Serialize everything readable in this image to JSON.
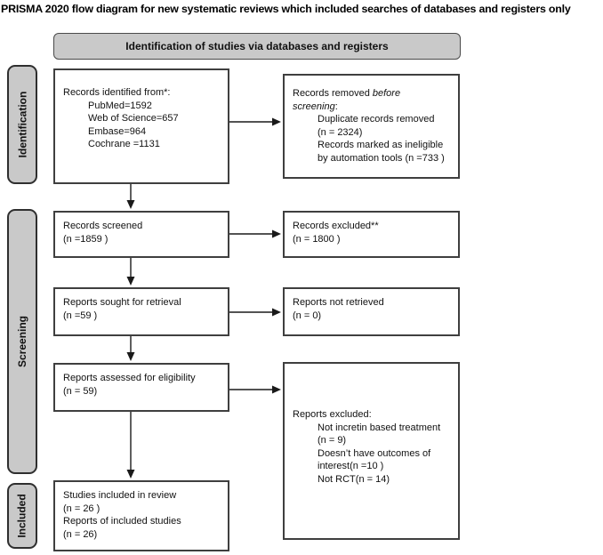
{
  "title": "PRISMA 2020 flow diagram for new systematic reviews which included searches of databases and registers only",
  "banner": {
    "label": "Identification of studies via databases and registers"
  },
  "sidebar": {
    "items": [
      {
        "label": "Identification"
      },
      {
        "label": "Screening"
      },
      {
        "label": "Included"
      }
    ]
  },
  "boxes": {
    "records_identified": {
      "lines": [
        {
          "indent": 0,
          "runs": [
            {
              "text": "Records identified from*:"
            }
          ]
        },
        {
          "indent": 1,
          "runs": [
            {
              "text": "PubMed=1592"
            }
          ]
        },
        {
          "indent": 1,
          "runs": [
            {
              "text": "Web of Science=657"
            }
          ]
        },
        {
          "indent": 1,
          "runs": [
            {
              "text": "Embase=964"
            }
          ]
        },
        {
          "indent": 1,
          "runs": [
            {
              "text": "Cochrane =1131"
            }
          ]
        }
      ]
    },
    "records_removed": {
      "lines": [
        {
          "indent": 0,
          "runs": [
            {
              "text": "Records removed "
            },
            {
              "text": "before",
              "italic": true
            }
          ]
        },
        {
          "indent": 0,
          "runs": [
            {
              "text": "screening",
              "italic": true
            },
            {
              "text": ":"
            }
          ]
        },
        {
          "indent": 1,
          "runs": [
            {
              "text": "Duplicate records removed"
            }
          ]
        },
        {
          "indent": 1,
          "runs": [
            {
              "text": "(n = 2324)"
            }
          ]
        },
        {
          "indent": 1,
          "runs": [
            {
              "text": "Records marked as ineligible"
            }
          ]
        },
        {
          "indent": 1,
          "runs": [
            {
              "text": "by automation tools (n =733 )"
            }
          ]
        }
      ]
    },
    "records_screened": {
      "lines": [
        {
          "indent": 0,
          "runs": [
            {
              "text": "Records screened"
            }
          ]
        },
        {
          "indent": 0,
          "runs": [
            {
              "text": "(n =1859 )"
            }
          ]
        }
      ]
    },
    "records_excluded": {
      "lines": [
        {
          "indent": 0,
          "runs": [
            {
              "text": "Records excluded**"
            }
          ]
        },
        {
          "indent": 0,
          "runs": [
            {
              "text": "(n = 1800 )"
            }
          ]
        }
      ]
    },
    "reports_sought": {
      "lines": [
        {
          "indent": 0,
          "runs": [
            {
              "text": "Reports sought for retrieval"
            }
          ]
        },
        {
          "indent": 0,
          "runs": [
            {
              "text": "(n =59 )"
            }
          ]
        }
      ]
    },
    "reports_not_retrieved": {
      "lines": [
        {
          "indent": 0,
          "runs": [
            {
              "text": "Reports not retrieved"
            }
          ]
        },
        {
          "indent": 0,
          "runs": [
            {
              "text": "(n = 0)"
            }
          ]
        }
      ]
    },
    "reports_assessed": {
      "lines": [
        {
          "indent": 0,
          "runs": [
            {
              "text": "Reports assessed for eligibility"
            }
          ]
        },
        {
          "indent": 0,
          "runs": [
            {
              "text": "(n = 59)"
            }
          ]
        }
      ]
    },
    "reports_excluded": {
      "lines": [
        {
          "indent": 0,
          "runs": [
            {
              "text": "Reports excluded:"
            }
          ]
        },
        {
          "indent": 1,
          "runs": [
            {
              "text": "Not incretin based treatment"
            }
          ]
        },
        {
          "indent": 1,
          "runs": [
            {
              "text": "(n = 9)"
            }
          ]
        },
        {
          "indent": 1,
          "runs": [
            {
              "text": "Doesn’t have outcomes of"
            }
          ]
        },
        {
          "indent": 1,
          "runs": [
            {
              "text": "interest(n =10 )"
            }
          ]
        },
        {
          "indent": 1,
          "runs": [
            {
              "text": "Not RCT(n = 14)"
            }
          ]
        }
      ]
    },
    "studies_included": {
      "lines": [
        {
          "indent": 0,
          "runs": [
            {
              "text": "Studies included in review"
            }
          ]
        },
        {
          "indent": 0,
          "runs": [
            {
              "text": "(n = 26 )"
            }
          ]
        },
        {
          "indent": 0,
          "runs": [
            {
              "text": "Reports of included studies"
            }
          ]
        },
        {
          "indent": 0,
          "runs": [
            {
              "text": "(n = 26)"
            }
          ]
        }
      ]
    }
  },
  "colors": {
    "fill_gray": "#c9c9c9",
    "border_dark": "#3f3f3f",
    "arrow": "#1a1a1a"
  }
}
